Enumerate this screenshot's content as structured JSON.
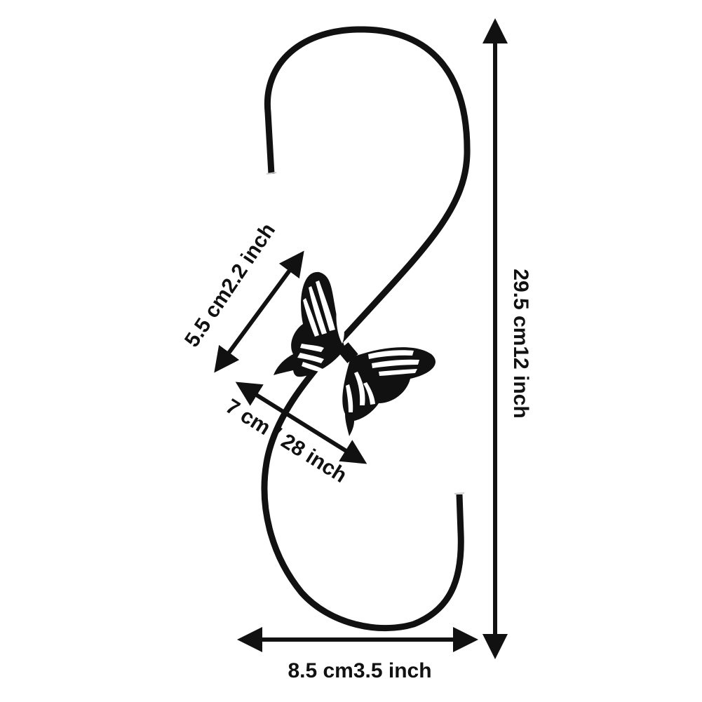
{
  "colors": {
    "background": "#ffffff",
    "hook": "#111111",
    "arrows": "#111111",
    "butterfly_cutout": "#ffffff"
  },
  "labels": {
    "height": "29.5 cm12 inch",
    "width": "8.5 cm3.5 inch",
    "butterfly_height": "5.5 cm2.2 inch",
    "butterfly_width": "7 cm / 28 inch"
  },
  "icons": {
    "hook": "s-hook-icon",
    "butterfly": "butterfly-icon"
  }
}
